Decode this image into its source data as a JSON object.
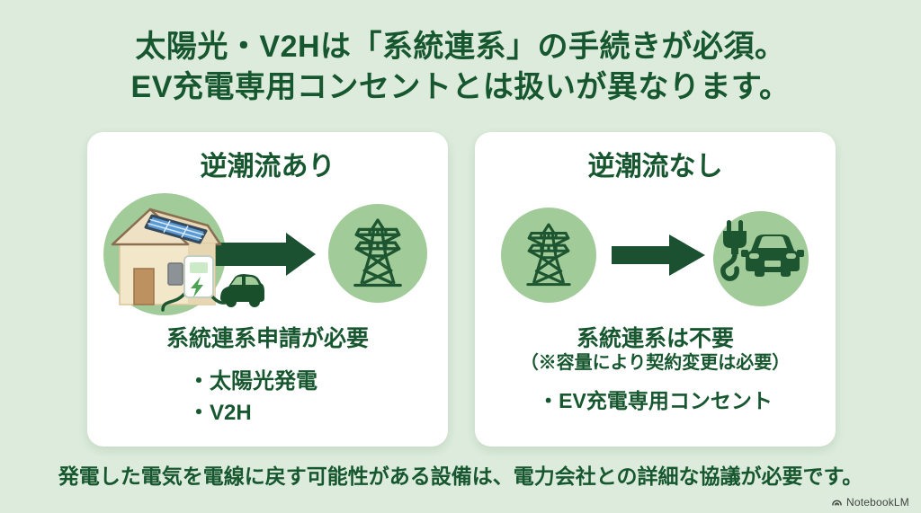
{
  "colors": {
    "background": "#dcebdb",
    "card": "#ffffff",
    "text_green": "#17572f",
    "circle_green": "#a2cb9a",
    "icon_green": "#1d5530",
    "arrow_green": "#1b5130",
    "watermark_gray": "#3f4540"
  },
  "title": {
    "line1": "太陽光・V2Hは「系統連系」の手続きが必須。",
    "line2": "EV充電専用コンセントとは扱いが異なります。"
  },
  "cards": {
    "left": {
      "heading": "逆潮流あり",
      "icons": {
        "source": "solar-house-v2h-icon",
        "flow": "arrow-right-icon",
        "target": "transmission-tower-icon"
      },
      "caption": "系統連系申請が必要",
      "bullets": [
        "・太陽光発電",
        "・V2H"
      ]
    },
    "right": {
      "heading": "逆潮流なし",
      "icons": {
        "source": "transmission-tower-icon",
        "flow": "arrow-right-icon",
        "target": "ev-plug-car-icon"
      },
      "caption": "系統連系は不要",
      "caption_note": "（※容量により契約変更は必要）",
      "bullets": [
        "・EV充電専用コンセント"
      ]
    }
  },
  "footnote": "発電した電気を電線に戻す可能性がある設備は、電力会社との詳細な協議が必要です。",
  "watermark": {
    "label": "NotebookLM"
  }
}
